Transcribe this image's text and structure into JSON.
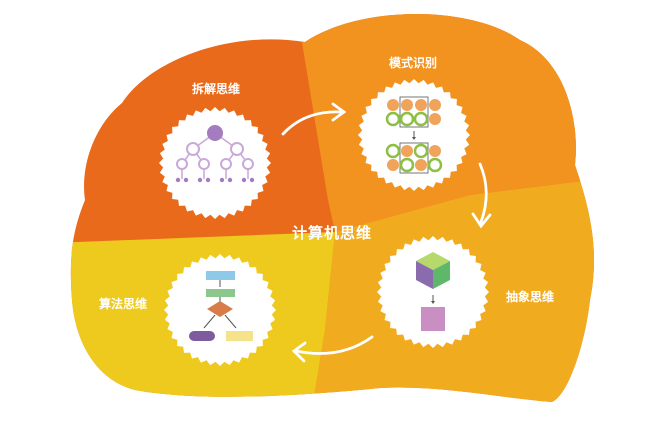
{
  "center_title": "计算机思维",
  "sections": [
    {
      "label": "拆解思维",
      "color": "#ea6a1b"
    },
    {
      "label": "模式识别",
      "color": "#f2921f"
    },
    {
      "label": "抽象思维",
      "color": "#f1ab1f"
    },
    {
      "label": "算法思维",
      "color": "#eec91e"
    }
  ],
  "icon_colors": {
    "purple": "#a37dc0",
    "lavender": "#c9a9d9",
    "orange_dot": "#f0a35a",
    "green_ring": "#8cc043",
    "box_blue": "#8ec9e8",
    "box_green": "#8cc88e",
    "diamond": "#d87c4a",
    "pill_purple": "#7e5b9e",
    "pill_yellow": "#f4e38a",
    "cube_top": "#b5d96b",
    "cube_left": "#8a6bad",
    "cube_right": "#5fb86a",
    "square_pink": "#c98ec2"
  }
}
